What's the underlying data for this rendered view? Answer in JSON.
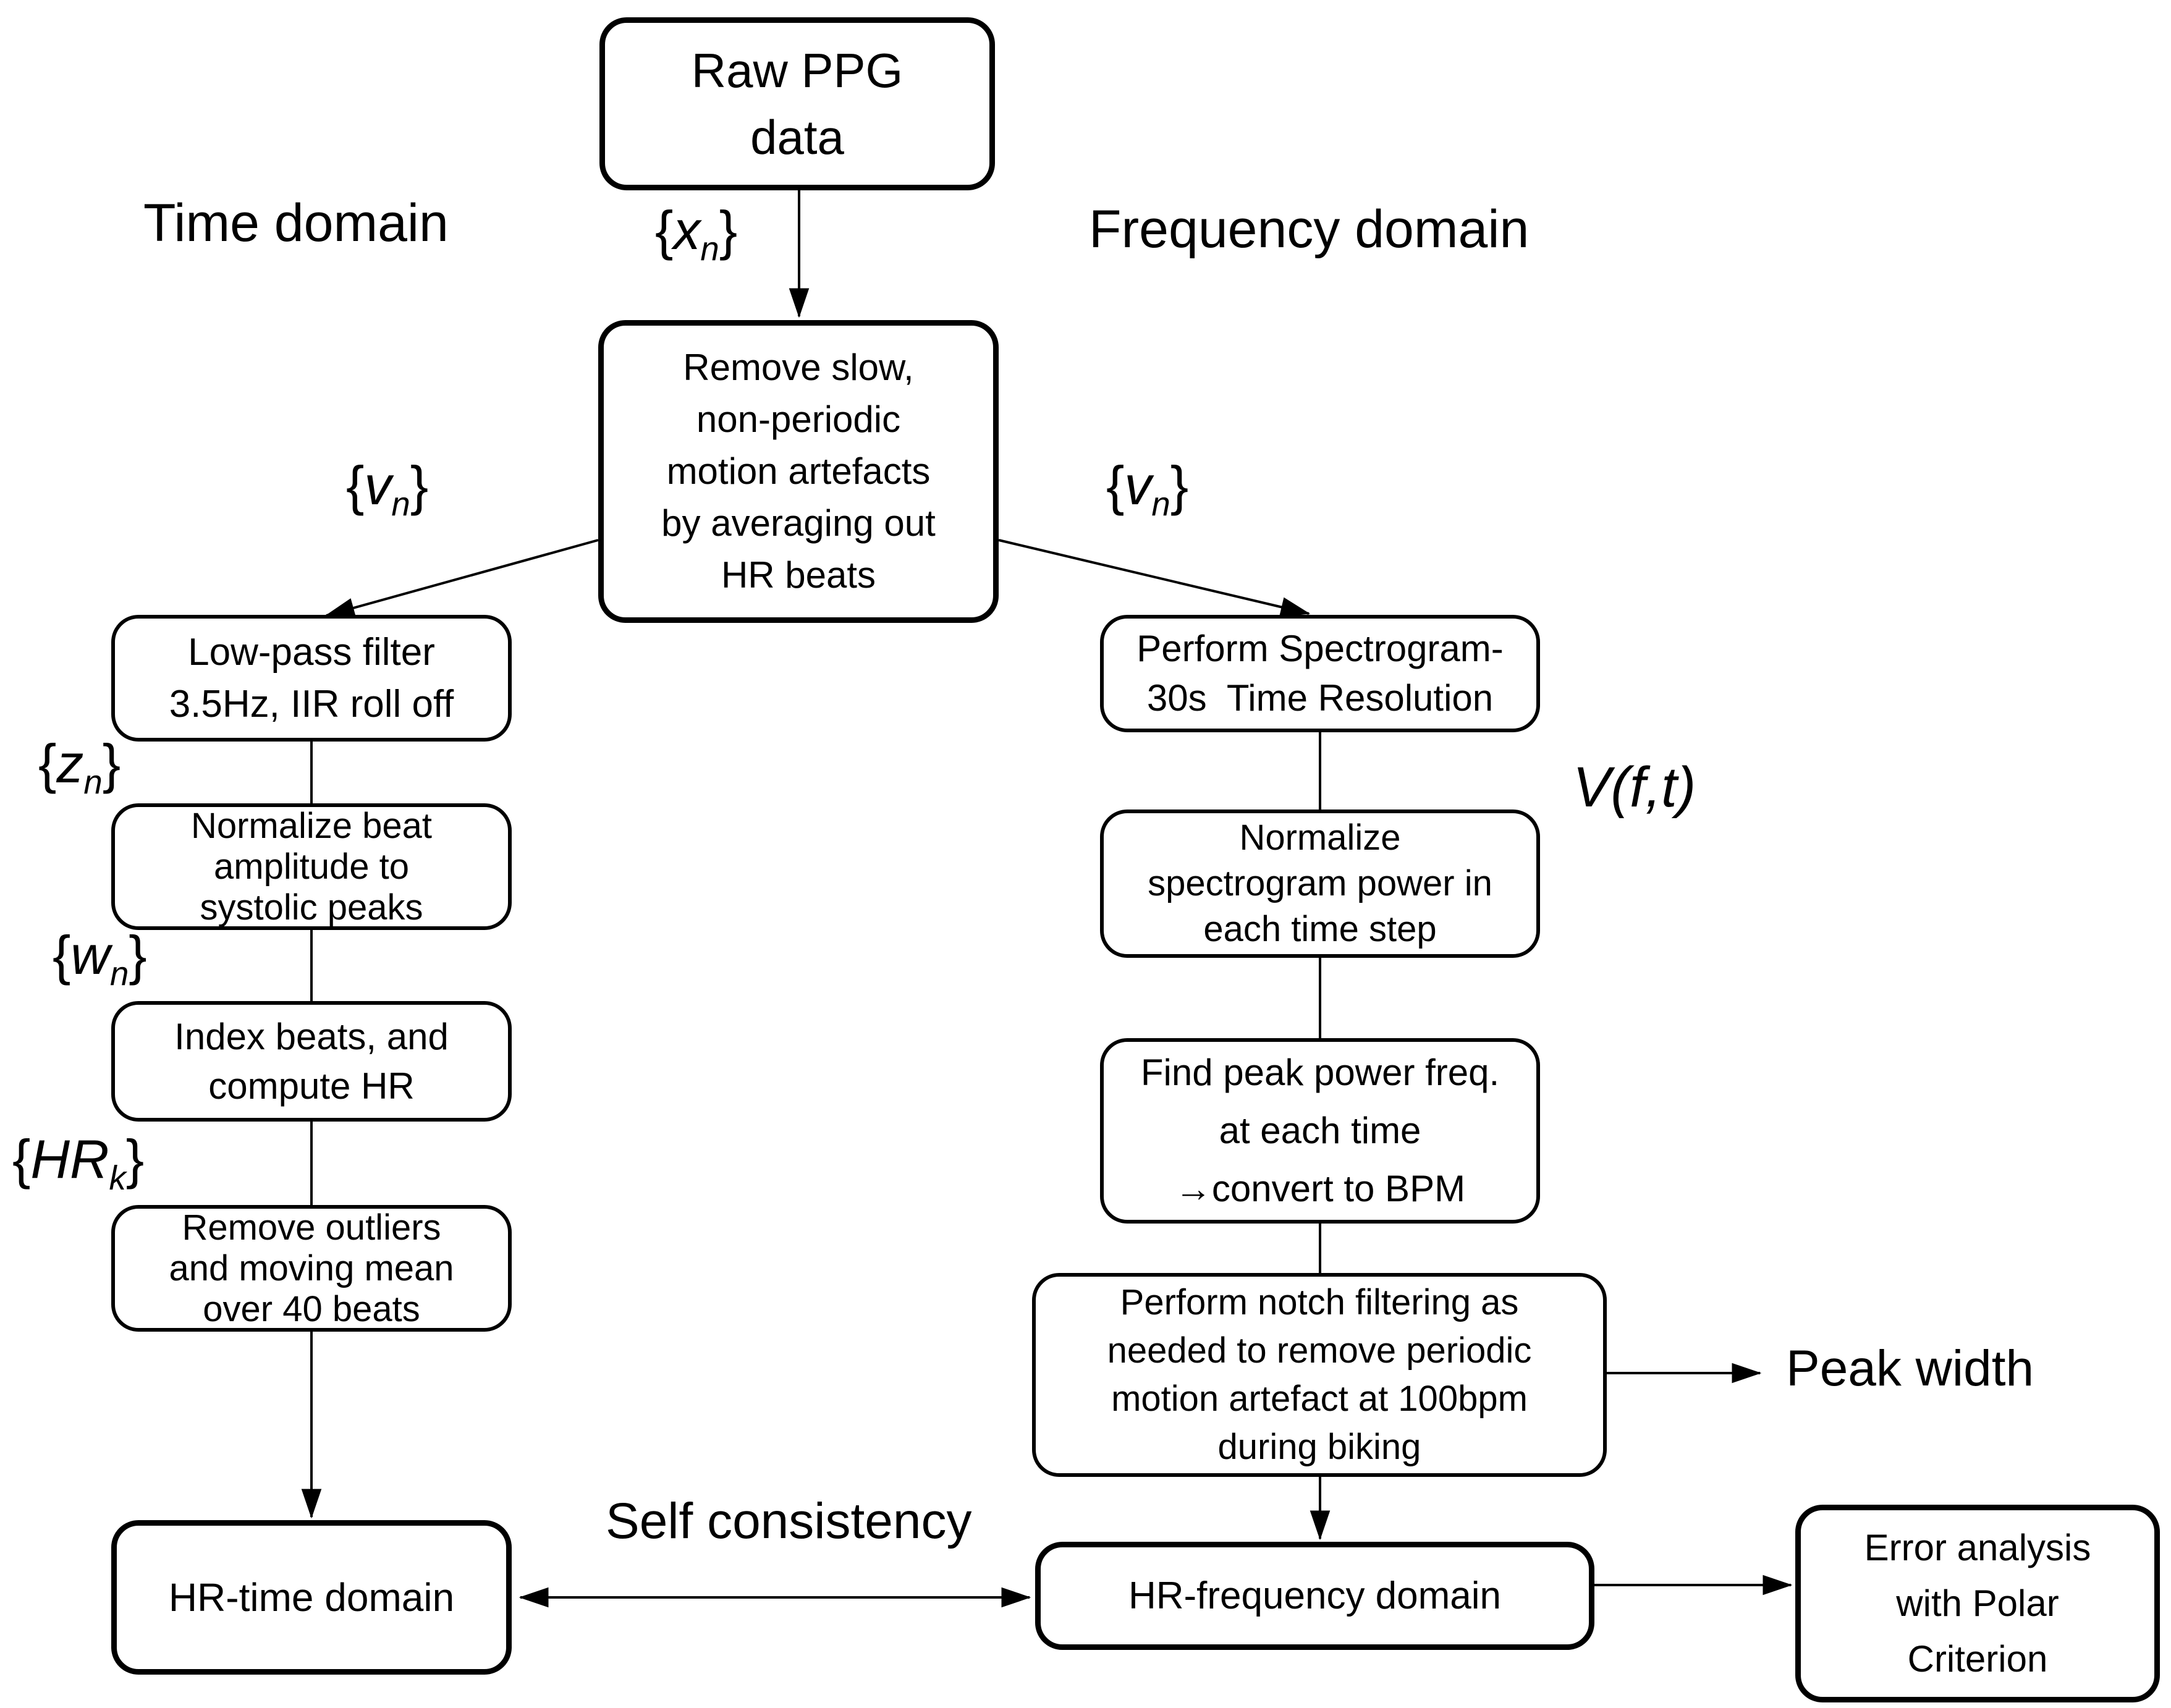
{
  "colors": {
    "ink": "#000000",
    "paper": "#ffffff"
  },
  "headings": {
    "time_domain": "Time domain",
    "frequency_domain": "Frequency domain"
  },
  "nodes": {
    "raw": {
      "lines": [
        "Raw PPG",
        "data"
      ]
    },
    "remove_slow": {
      "lines": [
        "Remove slow,",
        "non-periodic",
        "motion artefacts",
        "by averaging out",
        "HR beats"
      ]
    },
    "lowpass": {
      "lines": [
        "Low-pass filter",
        "3.5Hz, IIR roll off"
      ]
    },
    "normalize_beat": {
      "lines": [
        "Normalize beat",
        "amplitude to",
        "systolic peaks"
      ]
    },
    "index_beats": {
      "lines": [
        "Index beats, and",
        "compute HR"
      ]
    },
    "remove_outliers": {
      "lines": [
        "Remove outliers",
        "and moving mean",
        "over 40 beats"
      ]
    },
    "hr_time": {
      "lines": [
        "HR-time domain"
      ]
    },
    "spectrogram": {
      "lines": [
        "Perform Spectrogram-",
        "30s  Time Resolution"
      ]
    },
    "normalize_spectrogram": {
      "lines": [
        "Normalize",
        "spectrogram power in",
        "each time step"
      ]
    },
    "find_peak": {
      "lines": [
        "Find peak power freq.",
        "at each time",
        "→convert to BPM"
      ]
    },
    "notch": {
      "lines": [
        "Perform notch filtering as",
        "needed to remove periodic",
        "motion artefact at 100bpm",
        "during biking"
      ]
    },
    "hr_freq": {
      "lines": [
        "HR-frequency domain"
      ]
    },
    "error_analysis": {
      "lines": [
        "Error analysis",
        "with Polar",
        "Criterion"
      ]
    }
  },
  "signals": {
    "xn": {
      "open": "{",
      "var": "x",
      "sub": "n",
      "close": "}"
    },
    "vn_left": {
      "open": "{",
      "var": "v",
      "sub": "n",
      "close": "}"
    },
    "vn_right": {
      "open": "{",
      "var": "v",
      "sub": "n",
      "close": "}"
    },
    "zn": {
      "open": "{",
      "var": "z",
      "sub": "n",
      "close": "}"
    },
    "wn": {
      "open": "{",
      "var": "w",
      "sub": "n",
      "close": "}"
    },
    "hrk": {
      "open": "{",
      "var": "HR",
      "sub": "k",
      "close": "}"
    },
    "vft": "V(f,t)"
  },
  "flow_labels": {
    "self_consistency": "Self consistency",
    "peak_width": "Peak width"
  }
}
